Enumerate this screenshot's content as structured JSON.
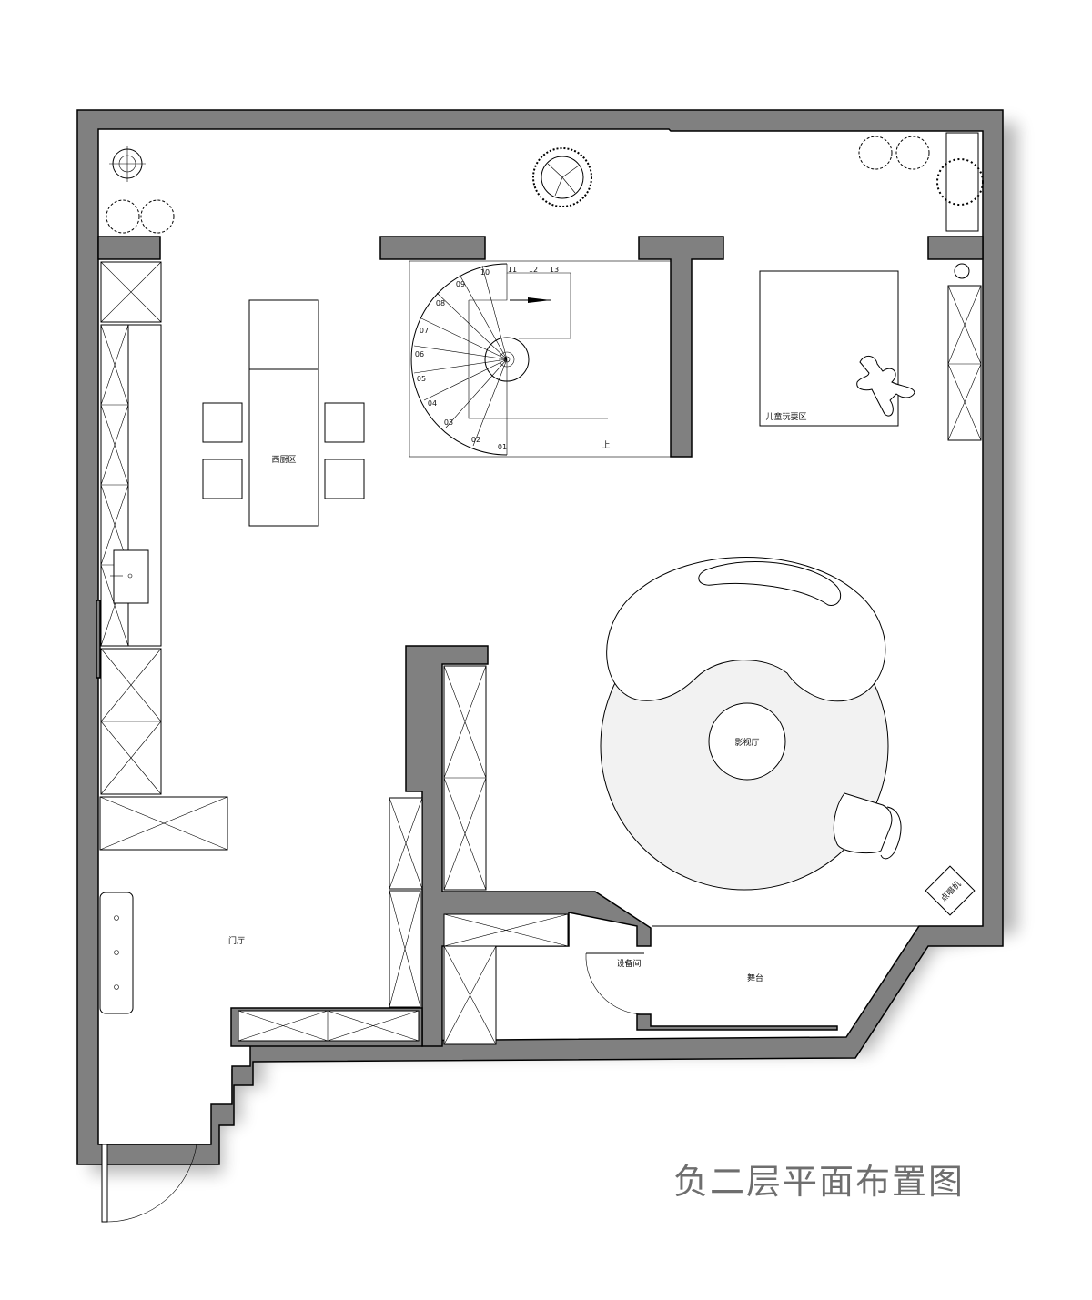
{
  "title": "负二层平面布置图",
  "rooms": {
    "west_kitchen": "西厨区",
    "kids_play": "儿童玩耍区",
    "theater": "影视厅",
    "foyer": "门厅",
    "equipment": "设备间",
    "stage": "舞台",
    "karaoke": "点唱机",
    "stairs_up": "上"
  },
  "stair_steps": [
    "01",
    "02",
    "03",
    "04",
    "05",
    "06",
    "07",
    "08",
    "09",
    "10",
    "11",
    "12",
    "13"
  ],
  "colors": {
    "wall": "#808080",
    "title": "#6e6e6e",
    "rug": "#f2f2f2"
  }
}
